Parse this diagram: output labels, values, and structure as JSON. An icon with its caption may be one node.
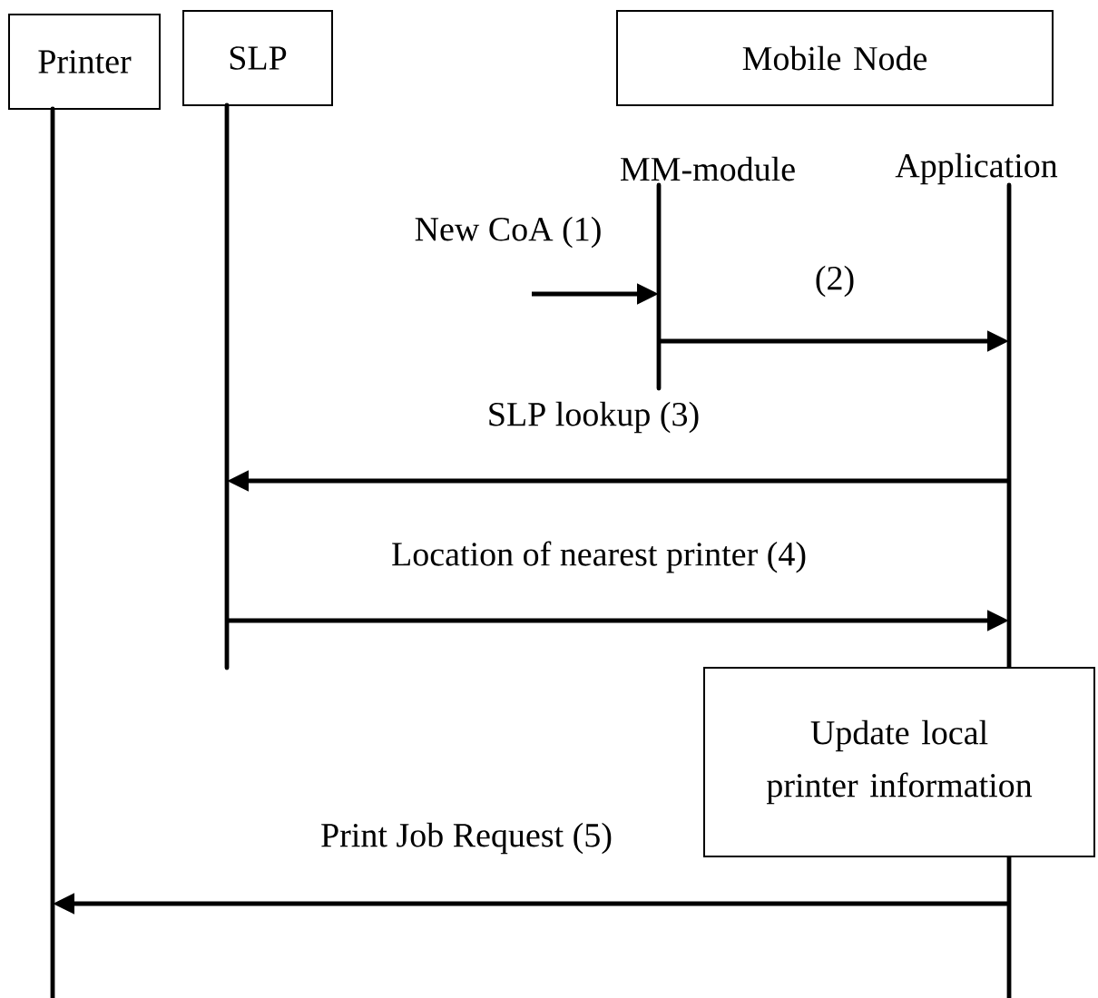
{
  "diagram": {
    "nodes": [
      {
        "text": [
          "Printer"
        ]
      },
      {
        "text": [
          "SLP"
        ]
      },
      {
        "text": [
          "Mobile Node"
        ]
      },
      {
        "text": [
          "MM-module"
        ]
      },
      {
        "text": [
          "Application"
        ]
      },
      {
        "text": [
          "Update local printer information"
        ]
      }
    ],
    "edges": [
      {
        "from": null,
        "to": 3,
        "arrow": "to",
        "label": "New CoA (1)"
      },
      {
        "from": 3,
        "to": 4,
        "arrow": "to",
        "label": "(2)"
      },
      {
        "from": 4,
        "to": 1,
        "arrow": "to",
        "label": "SLP lookup (3)"
      },
      {
        "from": 1,
        "to": 4,
        "arrow": "to",
        "label": "Location of nearest printer (4)"
      },
      {
        "from": 4,
        "to": 0,
        "arrow": "to",
        "label": "Print Job Request (5)"
      }
    ]
  }
}
